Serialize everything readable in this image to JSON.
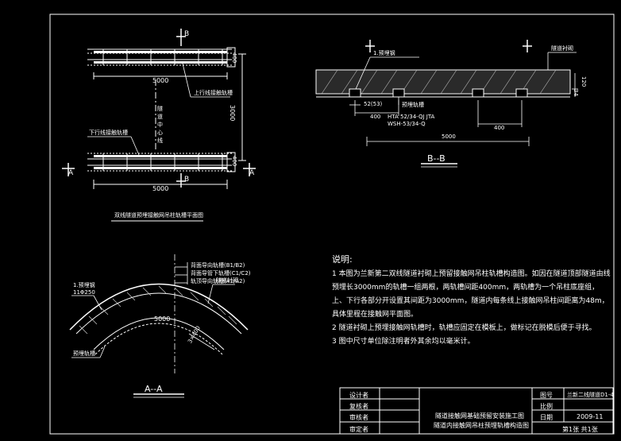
{
  "top_left": {
    "section_mark_top": "B",
    "section_mark_bottom": "B",
    "section_mark_left": "A",
    "section_mark_right": "A",
    "dim_width_top": "5000",
    "dim_width_bottom": "5000",
    "dim_height": "3000",
    "dim_small_top": "400",
    "dim_small_bottom": "400",
    "label_up_rail": "上行线接触轨槽",
    "label_down_rail": "下行线接触轨槽",
    "label_centerline": "隧道中心线",
    "caption": "双线隧道预埋接触网吊柱轨槽平面图"
  },
  "top_right": {
    "label_left": "1.预埋钢",
    "label_right": "隧道衬砌",
    "dim_a": "52(53)",
    "dim_b": "400",
    "dim_c": "400",
    "dim_d": "5000",
    "dim_v1": "34",
    "dim_v2": "120",
    "label_rail": "预埋轨槽",
    "spec_1": "HTA 52/34-QJ JTA",
    "spec_2": "WSH-53/34-Q",
    "caption": "B--B"
  },
  "bottom_left": {
    "legend_1": "背面导向轨槽(B1/B2)",
    "legend_2": "背面导管下轨槽(C1/C2)",
    "legend_3": "轨顶导向轨槽(A1/A2)",
    "label_1": "1.预埋钢",
    "label_2": "11Φ250",
    "label_3": "隧道衬砌",
    "label_4": "预埋轨槽",
    "dim_arc": "5000",
    "dim_side": "3×400",
    "caption": "A--A"
  },
  "notes": {
    "heading": "说明:",
    "items": [
      "1 本图为兰新第二双线隧道衬砌上预留接触网吊柱轨槽构造图。如因在隧道顶部隧道由线预埋长3000mm的轨槽一组两根，两轨槽间距400mm，两轨槽为一个吊柱底座组，上、下行各部分开设置其间距为3000mm，隧道内每条线上接触网吊柱间距离为48m，具体里程在接触网平面图。",
      "2 隧道衬砌上预埋接触网轨槽时，轨槽应固定在模板上，做标记在脱模后便于寻找。",
      "3 图中尺寸单位除注明者外其余均以毫米计。"
    ]
  },
  "title_block": {
    "roles": [
      "设计者",
      "复核者",
      "审核者",
      "审定者"
    ],
    "title_line_1": "隧道接触网基础预留安装施工图",
    "title_line_2": "隧道内接触网吊柱预埋轨槽构造图",
    "drawing_no_label": "图号",
    "drawing_no": "兰新二线隧道D1-4",
    "scale_label": "比例",
    "scale": "",
    "date_label": "日期",
    "date": "2009-11",
    "sheet": "第1张 共1张"
  }
}
